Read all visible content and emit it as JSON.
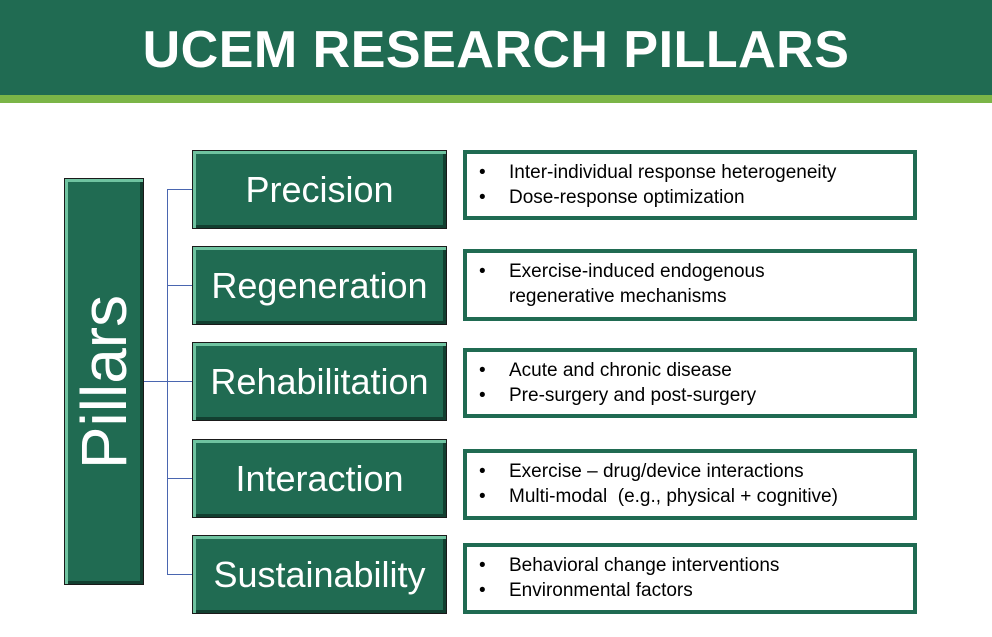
{
  "header": {
    "title": "UCEM RESEARCH PILLARS"
  },
  "root": {
    "label": "Pillars"
  },
  "pillars": [
    {
      "label": "Precision",
      "details": [
        "Inter-individual response heterogeneity",
        "Dose-response optimization"
      ]
    },
    {
      "label": "Regeneration",
      "details": [
        "Exercise-induced endogenous regenerative mechanisms"
      ]
    },
    {
      "label": "Rehabilitation",
      "details": [
        "Acute and chronic disease",
        "Pre-surgery and post-surgery"
      ]
    },
    {
      "label": "Interaction",
      "details": [
        "Exercise – drug/device interactions",
        "Multi-modal  (e.g., physical + cognitive)"
      ]
    },
    {
      "label": "Sustainability",
      "details": [
        "Behavioral change interventions",
        "Environmental factors"
      ]
    }
  ],
  "bullet": "•",
  "colors": {
    "primary_green": "#206b52",
    "accent_green": "#7bb547",
    "connector": "#4a66b0"
  }
}
